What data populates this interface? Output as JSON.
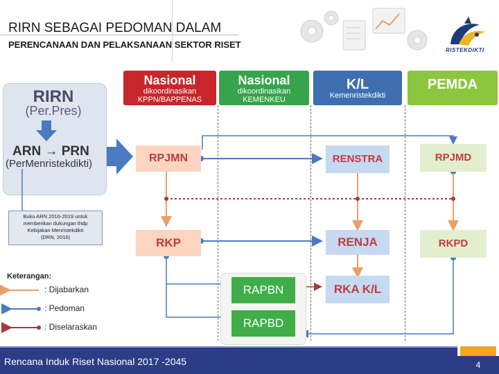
{
  "header": {
    "title_line1": "RIRN SEBAGAI PEDOMAN DALAM",
    "title_line2": "PERENCANAAN DAN PELAKSANAAN SEKTOR RISET",
    "logo_text": "RISTEKDIKTI"
  },
  "columns": [
    {
      "title": "Nasional",
      "subtitle_1": "dikoordinasikan",
      "subtitle_2": "KPPN/BAPPENAS",
      "color": "#c8262b"
    },
    {
      "title": "Nasional",
      "subtitle_1": "dikoordinasikan",
      "subtitle_2": "KEMENKEU",
      "color": "#37a44b"
    },
    {
      "title": "K/L",
      "subtitle_1": "Kemenristekdikti",
      "subtitle_2": "",
      "color": "#3d6fb0"
    },
    {
      "title": "PEMDA",
      "subtitle_1": "",
      "subtitle_2": "",
      "color": "#8cc63f"
    }
  ],
  "left_panel": {
    "rirn": "RIRN",
    "rirn_sub": "(Per.Pres)",
    "arn": "ARN → PRN",
    "arn_sub": "(PerMenristekdikti)"
  },
  "callout": {
    "line1": "Buku ARN 2016-2019 untuk",
    "line2": "memberikan dukungan thdp",
    "line3": "Kebijakan Menristekdikti",
    "line4": "(DRN, 2016)"
  },
  "boxes": {
    "rpjmn": "RPJMN",
    "renstra": "RENSTRA",
    "rpjmd": "RPJMD",
    "rkp": "RKP",
    "renja": "RENJA",
    "rkpd": "RKPD",
    "rapbn": "RAPBN",
    "rka_kl": "RKA K/L",
    "rapbd": "RAPBD"
  },
  "legend": {
    "title": "Keterangan:",
    "items": [
      {
        "label": ": Dijabarkan",
        "color": "#e8a06a"
      },
      {
        "label": ": Pedoman",
        "color": "#4a7ac2"
      },
      {
        "label": ": Diselaraskan",
        "color": "#a23b3b"
      }
    ]
  },
  "footer": {
    "text": "Rencana Induk Riset Nasional 2017 -2045",
    "page": "4"
  }
}
